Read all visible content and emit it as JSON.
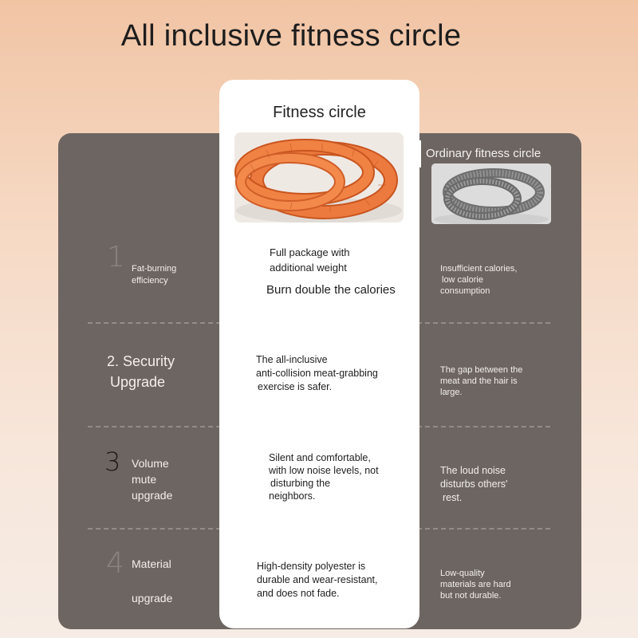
{
  "title": "All inclusive fitness circle",
  "fitness_column": {
    "title": "Fitness circle",
    "image": "orange-padded-fitness-circle-photo"
  },
  "ordinary_column": {
    "title": "Ordinary fitness circle",
    "image": "grey-ribbed-fitness-circle-photo"
  },
  "rows": [
    {
      "number": "1",
      "feature": [
        "Fat-burning",
        "efficiency"
      ],
      "fitness": [
        "Full package with",
        "additional weight"
      ],
      "fitness_highlight": "Burn double the calories",
      "ordinary": [
        "Insufficient calories,",
        "low calorie",
        "consumption"
      ]
    },
    {
      "number": "2.",
      "feature": [
        "Security",
        "Upgrade"
      ],
      "fitness": [
        "The all-inclusive",
        "anti-collision meat-grabbing",
        "exercise is safer."
      ],
      "ordinary": [
        "The gap between the",
        "meat and the hair is",
        "large."
      ]
    },
    {
      "number": "3",
      "feature": [
        "Volume",
        "mute",
        "upgrade"
      ],
      "fitness": [
        "Silent and comfortable,",
        "with low noise levels, not",
        "disturbing the",
        "neighbors."
      ],
      "ordinary": [
        "The loud noise",
        "disturbs others'",
        "rest."
      ]
    },
    {
      "number": "4",
      "feature": [
        "Material",
        "upgrade"
      ],
      "fitness": [
        "High-density polyester is",
        "durable and wear-resistant,",
        "and does not fade."
      ],
      "ordinary": [
        "Low-quality",
        "materials are hard",
        "but not durable."
      ]
    }
  ],
  "colors": {
    "panel": "#6d6561",
    "card": "#ffffff",
    "fitness_circle": "#e8763a",
    "ordinary_circle": "#8e8e8e"
  }
}
